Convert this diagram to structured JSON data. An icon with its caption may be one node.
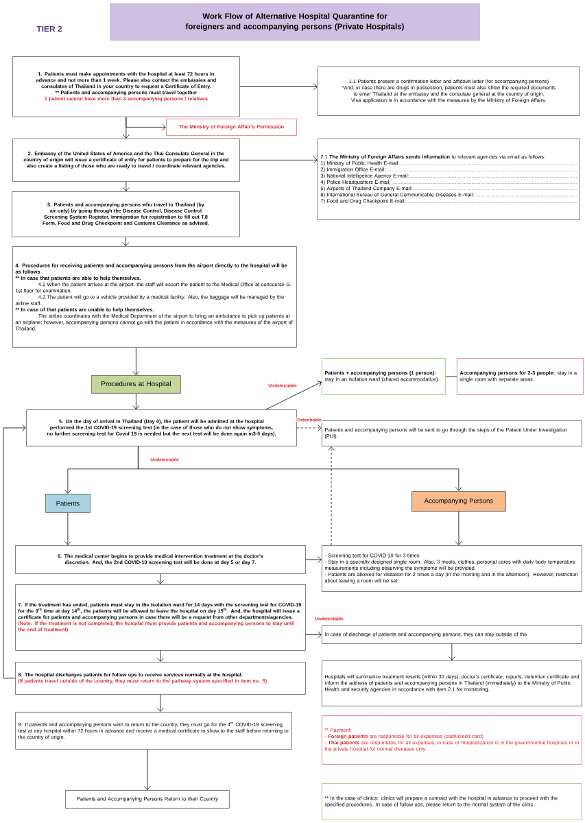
{
  "diagram": {
    "title": "Work Flow of Alternative Hospital Quarantine for foreigners and accompanying persons (Private Hospitals)",
    "nodes": [
      {
        "text": [
          "1. Patients must make appointments with the hospital at least 72 hours in advance and not more than 1 week. Please also contact the embassies and consulates of Thailand in your country to request a Certificate of Entry.",
          "** Patients and accompanying persons must travel together",
          "1 patient cannot have more than 3 accompanying persons / relatives"
        ]
      },
      {
        "text": [
          "1.1 Patients present a confirmation letter and affidavit letter (for accompanying persons) *And, in case there are drugs in possession, patients must also show the required documents to enter Thailand at the embassy and the consulate general at the country of origin.",
          "Visa application is in accordance with the measures by the Ministry of Foreign Affairs."
        ]
      },
      {
        "text": [
          "The Ministry of Foreign Affair’s Permission"
        ]
      },
      {
        "text": [
          "2. Embassy of the United States of America and the Thai Consulate General in the country of origin will issue a certificate of entry for patients to prepare for the trip and also create a listing of those who are ready to travel / coordinate relevant agencies."
        ]
      },
      {
        "text": [
          "2.1 **The Ministry of Foreign Affairs sends information** to relevant agencies via email as follows:",
          "1) Ministry of Public Health E-mail:",
          "2) Immigration Office E-mail:",
          "3) National Intelligence Agency E-mail:",
          "4) Police Headquarters E-mail:",
          "5) Airports of Thailand Company E-mail:",
          "6) International Bureau of General Communicable Diseases E-mail:",
          "7) Food and Drug Checkpoint E-mail:"
        ]
      },
      {
        "text": [
          "3. Patients and accompanying persons who travel to Thailand (by air only) by going through the Disease Control, Disease Control Screening System Register, Immigration for registration to fill out T.8 Form, Food and Drug Checkpoint and Customs Clearance as advised."
        ]
      },
      {
        "text": [
          "4. Procedures for receiving patients and accompanying persons from the airport directly to the hospital will be as follows",
          "** In case that patients are able to help themselves.",
          "4.1 When the patient arrives at the airport, the staff will escort the patient to the Medical Office at concourse G, 1st floor for examination.",
          "4.2 The patient will go to a vehicle provided by a medical facility. Also, the baggage will be managed by the airline staff.",
          "** In case of that patients are unable to help themselves.",
          "The airline coordinates with the Medical Department of the airport to bring an ambulance to pick up patients at an airplane; however, accompanying persons cannot go with the patient in accordance with the measures of the airport of Thailand."
        ]
      },
      {
        "text": [
          "Procedures at Hospital"
        ]
      },
      {
        "text": [
          "5. On the day of arrival in Thailand (Day 0), the patient will be admitted at the hospital performed the 1st COVID-19 screening test (in the case of those who do not show symptoms, no further screening test for Covid 19 is needed but the next test will be done again in3-5 days)."
        ]
      },
      {
        "text": [
          "**Patients + accompanying persons (1 person):** stay in an isolation ward (shared accommodation)"
        ]
      },
      {
        "text": [
          "**Accompanying persons for 2-3 people:** stay in a single room with separate areas."
        ]
      },
      {
        "text": [
          "Patients and accompanying persons will be sent to go through the steps of the Patient Under Investigation (PUI)."
        ]
      },
      {
        "text": [
          "Patients"
        ]
      },
      {
        "text": [
          "Accompanying Persons"
        ]
      },
      {
        "text": [
          "6. The medical center begins to provide medical intervention treatment at the doctor’s discretion. And, the 2nd COVID-19 screening test will be done at day 5 or day 7."
        ]
      },
      {
        "text": [
          "- Screening test for COVID-19 for 3 times",
          "- Stay in a specially designed single room. Also, 3 meals, clothes, personal cares with daily body temperature measurements including observing the symptoms will be provided.",
          "- Patients are allowed for visitation for 2 times a day (in the morning and in the afternoon). However, restriction about leaving a room will be set."
        ]
      },
      {
        "text": [
          "7. If the treatment has ended, patients must stay in the Isolation ward for 14 days with the screening test for COVID-19 for the 3$^{rd}$ time at day 14$^{th}$, the patients will be allowed to leave the hospital on day 15$^{th}$. And, the hospital will issue a certificate for patients and accompanying persons in case there will be a request from other departments/agencies.",
          "(Note: If the treatment is not completed, the hospital must provide patients and accompanying persons to stay until the end of treatment)"
        ]
      },
      {
        "text": [
          "In case of discharge of patients and accompanying persons, they can stay outside of the"
        ]
      },
      {
        "text": [
          "8. The hospital discharges patients for follow ups to receive services normally at the hospital.",
          "(If patients travel outside of the country, they must return to the pathway system specified in item no. 5)"
        ]
      },
      {
        "text": [
          "Hospitals will summarize treatment results (within 30 days), doctor’s certificate, reports, detention certificate and inform the address of patients and accompanying persons in Thailand (immediately) to the Ministry of Public Health and security agencies in accordance with item 2.1 for monitoring."
        ]
      },
      {
        "text": [
          "9. If patients and accompanying persons wish to return to the country, they must go for the 4$^{th}$ COVID-19 screening test at any hospital within 72 hours in advance and receive a medical certificate to show to the staff before returning to the country of origin."
        ]
      },
      {
        "text": [
          "Patients and Accompanying Persons Return to their Country"
        ]
      },
      {
        "text": [
          "** Payment:",
          "- **Foreign patients** are responsible for all expenses (cash/credit card)",
          "- **Thai patients** are responsible for all expenses, in case of hospitalization is in the governmental hospitals or in the private hospital for normal diseases only."
        ]
      },
      {
        "text": [
          "** In the case of clinics: clinics will prepare a contract with the hospital in advance to proceed with the specified procedures. In case of follow ups, please return to the normal system of the clinic."
        ]
      }
    ],
    "edges": [
      {
        "from": 0,
        "to": 1,
        "arrow": "to"
      },
      {
        "from": 0,
        "to": 2,
        "arrow": "to"
      },
      {
        "from": 0,
        "to": 3,
        "arrow": "to"
      },
      {
        "from": 3,
        "to": 4,
        "arrow": "to"
      },
      {
        "from": 3,
        "to": 5,
        "arrow": "to"
      },
      {
        "from": 5,
        "to": 6,
        "arrow": "to"
      },
      {
        "from": 6,
        "to": 7,
        "arrow": "to"
      },
      {
        "from": 7,
        "to": 8,
        "arrow": "to"
      },
      {
        "from": 8,
        "to": 9,
        "arrow": "to",
        "label": "Undetectable"
      },
      {
        "from": 9,
        "to": 10,
        "arrow": "none"
      },
      {
        "from": 8,
        "to": 11,
        "arrow": "to",
        "label": "Detechable",
        "style": "dashed"
      },
      {
        "from": 8,
        "to": 12,
        "arrow": "to",
        "label": "Undetectable"
      },
      {
        "from": 8,
        "to": 13,
        "arrow": "to"
      },
      {
        "from": 12,
        "to": 14,
        "arrow": "to"
      },
      {
        "from": 13,
        "to": 15,
        "arrow": "to"
      },
      {
        "from": 15,
        "to": 11,
        "arrow": "to",
        "style": "dashed"
      },
      {
        "from": 14,
        "to": 15,
        "arrow": "to"
      },
      {
        "from": 14,
        "to": 16,
        "arrow": "to"
      },
      {
        "from": 16,
        "to": 17,
        "arrow": "to",
        "label": "Undetectable"
      },
      {
        "from": 16,
        "to": 18,
        "arrow": "to"
      },
      {
        "from": 17,
        "to": 19,
        "arrow": "to"
      },
      {
        "from": 18,
        "to": 20,
        "arrow": "to"
      },
      {
        "from": 20,
        "to": 21,
        "arrow": "to"
      },
      {
        "from": 18,
        "to": 8,
        "arrow": "to"
      }
    ],
    "labels": [
      "TIER 2"
    ]
  }
}
